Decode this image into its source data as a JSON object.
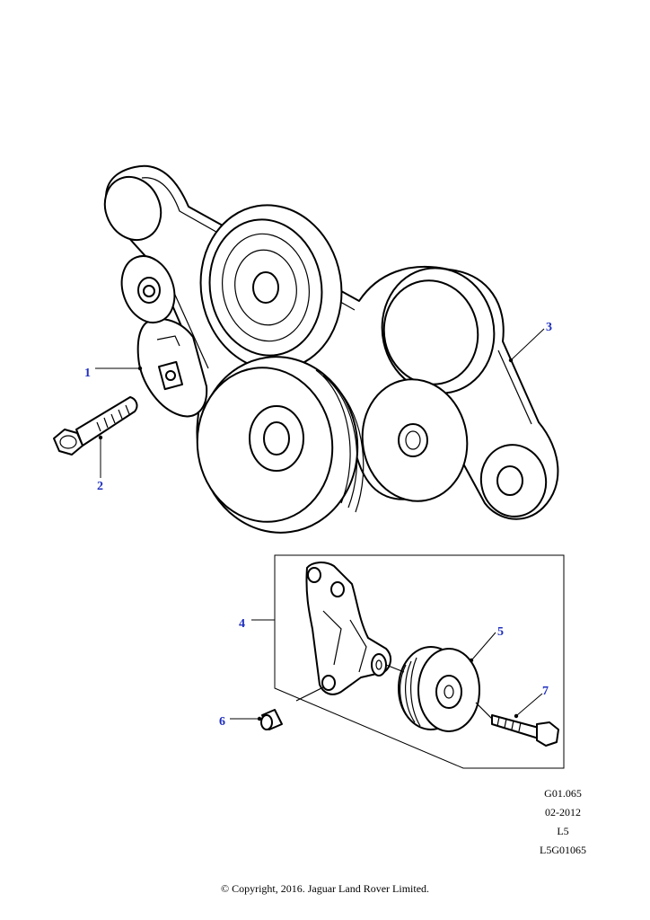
{
  "callouts": {
    "c1": "1",
    "c2": "2",
    "c3": "3",
    "c4": "4",
    "c5": "5",
    "c6": "6",
    "c7": "7"
  },
  "reference": {
    "code": "G01.065",
    "date": "02-2012",
    "model": "L5",
    "drawing": "L5G01065"
  },
  "copyright": "© Copyright, 2016. Jaguar Land Rover Limited.",
  "colors": {
    "callout": "#1f2fbf",
    "line": "#000000"
  }
}
